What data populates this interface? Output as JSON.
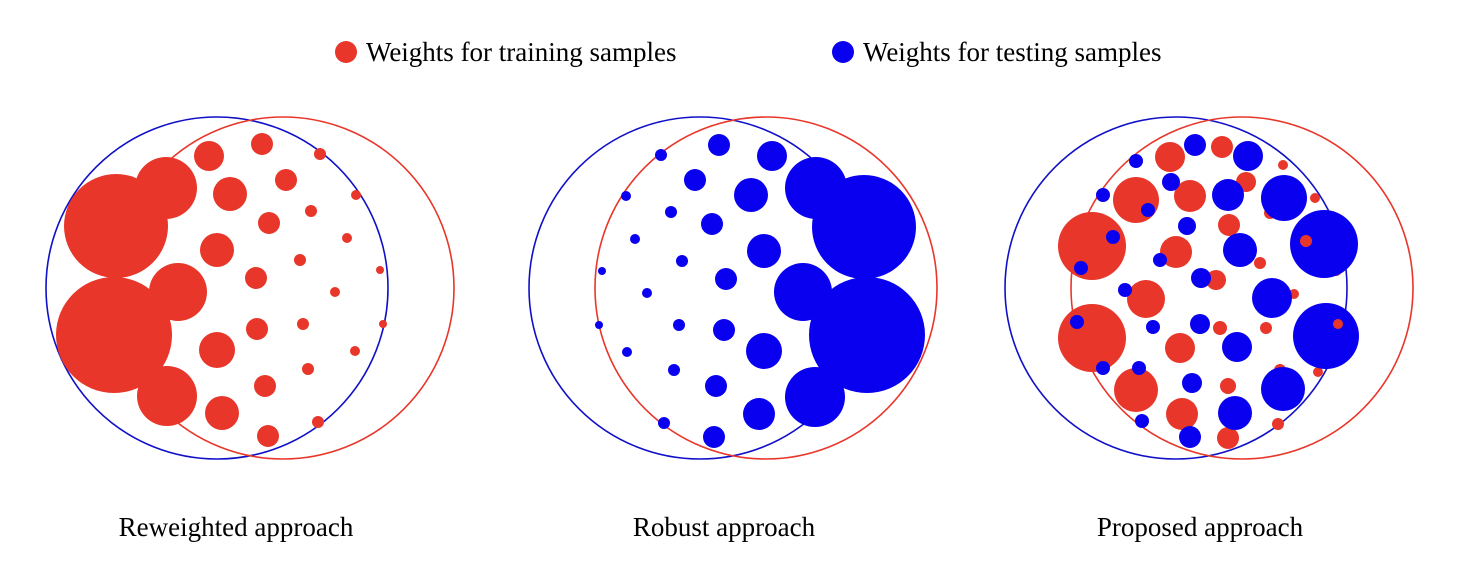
{
  "colors": {
    "training": "#E8372A",
    "testing": "#0A00F0",
    "train_circle": "#E8372A",
    "test_circle": "#1010C8"
  },
  "legend": {
    "training_label": "Weights for training samples",
    "testing_label": "Weights for testing samples"
  },
  "panels": [
    {
      "caption": "Reweighted approach"
    },
    {
      "caption": "Robust approach"
    },
    {
      "caption": "Proposed approach"
    }
  ]
}
